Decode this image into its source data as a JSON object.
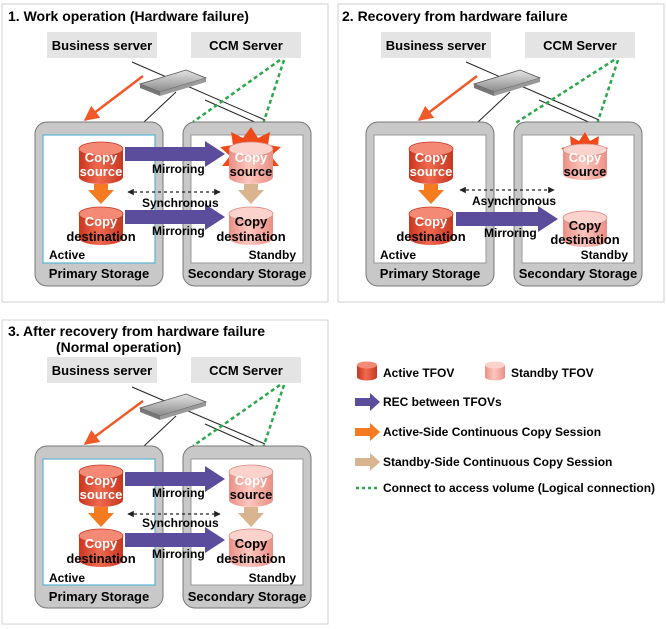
{
  "panel1": {
    "title": "1. Work operation (Hardware failure)",
    "business_server": "Business server",
    "ccm_server": "CCM Server",
    "primary_storage": "Primary Storage",
    "secondary_storage": "Secondary Storage",
    "active": "Active",
    "standby": "Standby",
    "mirroring_top": "Mirroring",
    "mirroring_bottom": "Mirroring",
    "synchronous": "Synchronous",
    "copy_source_1": "Copy",
    "copy_source_2": "source",
    "copy_dest_1": "Copy",
    "copy_dest_2": "destination"
  },
  "panel2": {
    "title": "2. Recovery from hardware failure",
    "business_server": "Business server",
    "ccm_server": "CCM Server",
    "primary_storage": "Primary Storage",
    "secondary_storage": "Secondary Storage",
    "active": "Active",
    "standby": "Standby",
    "asynchronous": "Asynchronous",
    "mirroring": "Mirroring",
    "copy_source_1": "Copy",
    "copy_source_2": "source",
    "copy_dest_1": "Copy",
    "copy_dest_2": "destination"
  },
  "panel3": {
    "title_line1": "3. After recovery from hardware failure",
    "title_line2": "(Normal operation)",
    "business_server": "Business server",
    "ccm_server": "CCM Server",
    "primary_storage": "Primary Storage",
    "secondary_storage": "Secondary Storage",
    "active": "Active",
    "standby": "Standby",
    "mirroring_top": "Mirroring",
    "mirroring_bottom": "Mirroring",
    "synchronous": "Synchronous",
    "copy_source_1": "Copy",
    "copy_source_2": "source",
    "copy_dest_1": "Copy",
    "copy_dest_2": "destination"
  },
  "legend": {
    "active_tfov": "Active TFOV",
    "standby_tfov": "Standby TFOV",
    "rec": "REC between TFOVs",
    "active_side": "Active-Side Continuous Copy Session",
    "standby_side": "Standby-Side Continuous Copy Session",
    "connect": "Connect to access volume (Logical connection)"
  },
  "colors": {
    "active_cyl": "#e8503a",
    "standby_cyl": "#f5a9a0",
    "rec_arrow": "#5b4c9c",
    "active_copy": "#f47b20",
    "standby_copy": "#d9b48f",
    "connect_line": "#2aa84a",
    "biz_line": "#f05a28",
    "failure": "#f04a1a"
  }
}
